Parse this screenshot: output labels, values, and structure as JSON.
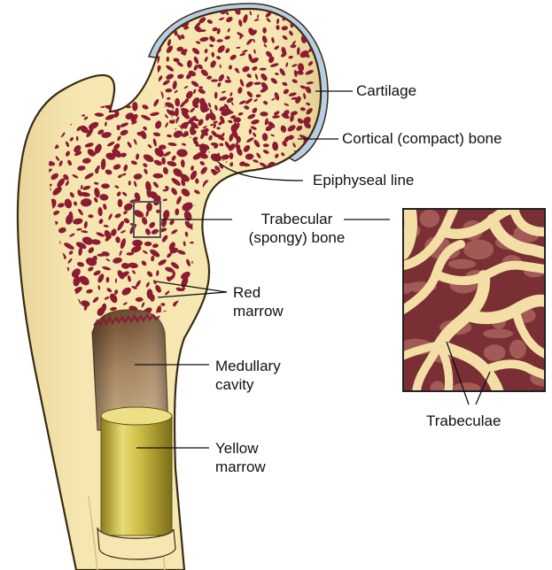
{
  "labels": {
    "cartilage": "Cartilage",
    "cortical_bone": "Cortical (compact) bone",
    "epiphyseal_line": "Epiphyseal line",
    "trabecular_line1": "Trabecular",
    "trabecular_line2": "(spongy) bone",
    "red_marrow_line1": "Red",
    "red_marrow_line2": "marrow",
    "medullary_line1": "Medullary",
    "medullary_line2": "cavity",
    "yellow_marrow_line1": "Yellow",
    "yellow_marrow_line2": "marrow",
    "trabeculae": "Trabeculae"
  },
  "colors": {
    "bone": "#f6e7b2",
    "bone_outline": "#3a2b12",
    "cartilage": "#b7cfe6",
    "red_marrow": "#8b1a33",
    "medullary_cavity": "#a98862",
    "yellow_marrow": "#d9c85b",
    "spongy_bone_bg": "#7a2f35",
    "spongy_bone_mid": "#a25a56",
    "trabeculae": "#f3dfa5"
  }
}
